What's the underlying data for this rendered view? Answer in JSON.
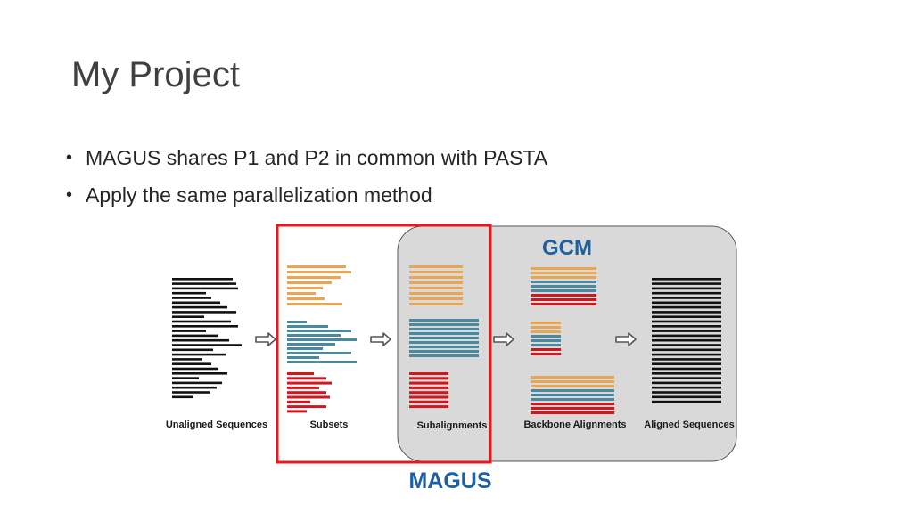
{
  "slide": {
    "title": "My Project",
    "bullets": [
      "MAGUS shares P1 and P2 in common with PASTA",
      "Apply the same parallelization method"
    ]
  },
  "diagram": {
    "gcm_label": "GCM",
    "magus_label": "MAGUS",
    "stages": {
      "unaligned": "Unaligned Sequences",
      "subsets": "Subsets",
      "subalignments": "Subalignments",
      "backbone": "Backbone Alignments",
      "aligned": "Aligned Sequences"
    },
    "colors": {
      "orange": "#e8a552",
      "teal": "#4a8aa0",
      "red": "#d0171e",
      "black": "#111111",
      "gcm_panel": "#d9d9d9",
      "highlight_box": "#e8181e",
      "title_blue": "#1f5fa0"
    },
    "icons": [
      "arrow-right-icon"
    ]
  }
}
